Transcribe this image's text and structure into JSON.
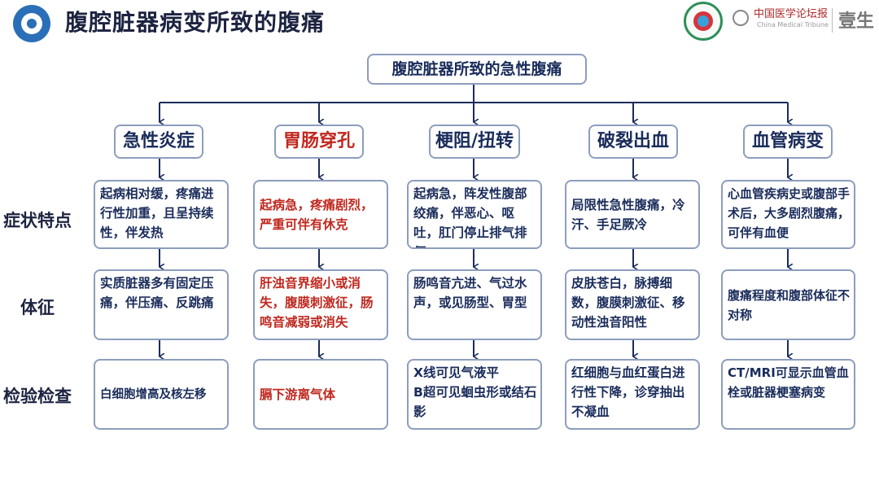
{
  "header": {
    "title": "腹腔脏器病变所致的腹痛",
    "brand_cn": "中国医学论坛报",
    "brand_en": "China Medical Tribune",
    "brand_tail": "壹生"
  },
  "diagram": {
    "root": "腹腔脏器所致的急性腹痛",
    "categories": [
      {
        "label": "急性炎症",
        "color": "#1a2c5b"
      },
      {
        "label": "胃肠穿孔",
        "color": "#c0281f"
      },
      {
        "label": "梗阻/扭转",
        "color": "#1a2c5b"
      },
      {
        "label": "破裂出血",
        "color": "#1a2c5b"
      },
      {
        "label": "血管病变",
        "color": "#1a2c5b"
      }
    ],
    "row_labels": [
      "症状特点",
      "体征",
      "检验检查"
    ],
    "rows": [
      [
        "起病相对缓，疼痛进行性加重，且呈持续性，伴发热",
        "起病急，疼痛剧烈，严重可伴有休克",
        "起病急，阵发性腹部绞痛，伴恶心、呕吐，肛门停止排气排便",
        "局限性急性腹痛，冷汗、手足厥冷",
        "心血管疾病史或腹部手术后，大多剧烈腹痛，可伴有血便"
      ],
      [
        "实质脏器多有固定压痛，伴压痛、反跳痛",
        "肝浊音界缩小或消失，腹膜刺激征，肠鸣音减弱或消失",
        "肠鸣音亢进、气过水声，或见肠型、胃型",
        "皮肤苍白，脉搏细数，腹膜刺激征、移动性浊音阳性",
        "腹痛程度和腹部体征不对称"
      ],
      [
        "白细胞增高及核左移",
        "膈下游离气体",
        "X线可见气液平\nB超可见蛔虫形或结石影",
        "红细胞与血红蛋白进行性下降，诊穿抽出不凝血",
        "CT/MRI可显示血管血栓或脏器梗塞病变"
      ]
    ]
  },
  "colors": {
    "text_dark": "#1a2c5b",
    "text_red": "#c0281f",
    "box_border": "#8d9dbd",
    "logo_blue": "#2a6fb7"
  }
}
